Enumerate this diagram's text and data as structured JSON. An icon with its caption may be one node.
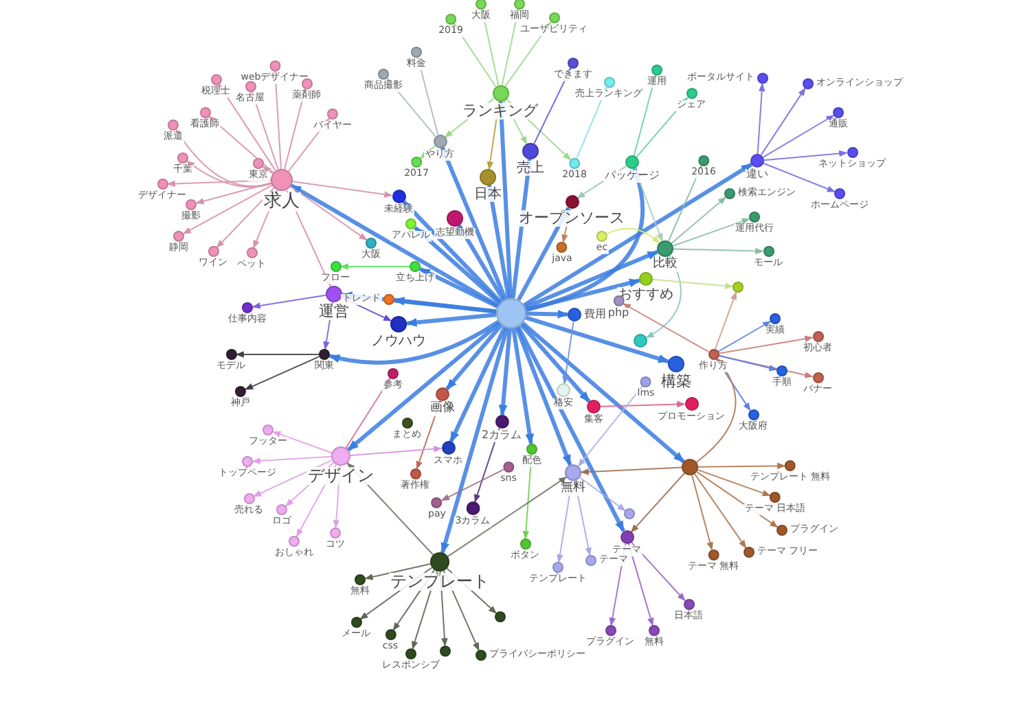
{
  "diagram": {
    "nodes": [
      {
        "text": [],
        "shape": "circle"
      },
      {
        "text": [
          "求人"
        ]
      },
      {
        "text": [
          "webデザイナー"
        ]
      },
      {
        "text": [
          "税理士"
        ]
      },
      {
        "text": [
          "名古屋"
        ]
      },
      {
        "text": [
          "薬剤師"
        ]
      },
      {
        "text": [
          "看護師"
        ]
      },
      {
        "text": [
          "バイヤー"
        ]
      },
      {
        "text": [
          "派遣"
        ]
      },
      {
        "text": [
          "千葉"
        ]
      },
      {
        "text": [
          "東京"
        ]
      },
      {
        "text": [
          "デザイナー"
        ]
      },
      {
        "text": [
          "撮影"
        ]
      },
      {
        "text": [
          "静岡"
        ]
      },
      {
        "text": [
          "ワイン"
        ]
      },
      {
        "text": [
          "ペット"
        ]
      },
      {
        "text": [
          "ランキング"
        ]
      },
      {
        "text": [
          "大阪"
        ]
      },
      {
        "text": [
          "福岡"
        ]
      },
      {
        "text": [
          "2019"
        ]
      },
      {
        "text": [
          "ユーザビリティ"
        ]
      },
      {
        "text": [
          "日本"
        ]
      },
      {
        "text": [
          "売上"
        ]
      },
      {
        "text": [
          "2018"
        ]
      },
      {
        "text": [
          "2017"
        ]
      },
      {
        "text": [
          "やり方"
        ]
      },
      {
        "text": [
          "料金"
        ]
      },
      {
        "text": [
          "商品撮影"
        ]
      },
      {
        "text": [
          "できます"
        ]
      },
      {
        "text": [
          "売上ランキング"
        ]
      },
      {
        "text": [
          "運用"
        ]
      },
      {
        "text": [
          "シェア"
        ]
      },
      {
        "text": [
          "パッケージ"
        ]
      },
      {
        "text": [
          "2016"
        ]
      },
      {
        "text": [
          "検索エンジン"
        ]
      },
      {
        "text": [
          "運用代行"
        ]
      },
      {
        "text": [
          "モール"
        ]
      },
      {
        "text": [
          "比較"
        ]
      },
      {
        "text": [
          "違い"
        ]
      },
      {
        "text": [
          "ポータルサイト"
        ]
      },
      {
        "text": [
          "オンラインショップ"
        ]
      },
      {
        "text": [
          "通販"
        ]
      },
      {
        "text": [
          "ネットショップ"
        ]
      },
      {
        "text": [
          "ホームページ"
        ]
      },
      {
        "text": [
          "オープンソース"
        ]
      },
      {
        "text": [
          "java"
        ]
      },
      {
        "text": [
          "ec"
        ]
      },
      {
        "text": [
          "おすすめ"
        ]
      },
      {
        "text": [],
        "shape": "circle"
      },
      {
        "text": [
          "php"
        ]
      },
      {
        "text": [
          "費用"
        ]
      },
      {
        "text": [
          "構築"
        ]
      },
      {
        "text": [
          "作り方"
        ]
      },
      {
        "text": [
          "実績"
        ]
      },
      {
        "text": [
          "初心者"
        ]
      },
      {
        "text": [
          "バナー"
        ]
      },
      {
        "text": [
          "手順"
        ]
      },
      {
        "text": [
          "大阪府"
        ]
      },
      {
        "text": [],
        "shape": "circle"
      },
      {
        "text": [
          "lms"
        ]
      },
      {
        "text": [
          "集客"
        ]
      },
      {
        "text": [
          "プロモーション"
        ]
      },
      {
        "text": [
          "格安"
        ]
      },
      {
        "text": [],
        "shape": "circle"
      },
      {
        "text": [
          "テンプレート 無料"
        ]
      },
      {
        "text": [
          "テーマ 日本語"
        ]
      },
      {
        "text": [
          "プラグイン"
        ]
      },
      {
        "text": [
          "テーマ 無料"
        ]
      },
      {
        "text": [
          "テーマ フリー"
        ]
      },
      {
        "text": [
          "無料"
        ]
      },
      {
        "text": [],
        "shape": "circle"
      },
      {
        "text": [
          "テーマ"
        ]
      },
      {
        "text": [
          "テンプレート"
        ]
      },
      {
        "text": [
          "テーマ"
        ]
      },
      {
        "text": [
          "プラグイン"
        ]
      },
      {
        "text": [
          "無料"
        ]
      },
      {
        "text": [
          "日本語"
        ]
      },
      {
        "text": [
          "配色"
        ]
      },
      {
        "text": [
          "ボタン"
        ]
      },
      {
        "text": [
          "2カラム"
        ]
      },
      {
        "text": [
          "3カラム"
        ]
      },
      {
        "text": [
          "スマホ"
        ]
      },
      {
        "text": [
          "sns"
        ]
      },
      {
        "text": [
          "画像"
        ]
      },
      {
        "text": [
          "著作権"
        ]
      },
      {
        "text": [
          "pay"
        ]
      },
      {
        "text": [
          "まとめ"
        ]
      },
      {
        "text": [
          "参考"
        ]
      },
      {
        "text": [
          "デザイン"
        ]
      },
      {
        "text": [
          "フッター"
        ]
      },
      {
        "text": [
          "トップページ"
        ]
      },
      {
        "text": [
          "売れる"
        ]
      },
      {
        "text": [
          "ロゴ"
        ]
      },
      {
        "text": [
          "おしゃれ"
        ]
      },
      {
        "text": [
          "コツ"
        ]
      },
      {
        "text": [
          "運営"
        ]
      },
      {
        "text": [
          "仕事内容"
        ]
      },
      {
        "text": [
          "ノウハウ"
        ]
      },
      {
        "text": [
          "関東"
        ]
      },
      {
        "text": [
          "モデル"
        ]
      },
      {
        "text": [
          "神戸"
        ]
      },
      {
        "text": [
          "トレンド"
        ]
      },
      {
        "text": [
          "フロー"
        ]
      },
      {
        "text": [
          "立ち上げ"
        ]
      },
      {
        "text": [
          "大阪"
        ]
      },
      {
        "text": [
          "アパレル"
        ]
      },
      {
        "text": [
          "未経験"
        ]
      },
      {
        "text": [
          "志望動機"
        ]
      },
      {
        "text": [
          "テンプレート"
        ]
      },
      {
        "text": [
          "無料"
        ]
      },
      {
        "text": [
          "メール"
        ]
      },
      {
        "text": [
          "css"
        ]
      },
      {
        "text": [
          "レスポンシブ"
        ]
      },
      {
        "text": [],
        "shape": "circle"
      },
      {
        "text": [
          "プライバシーポリシー"
        ]
      },
      {
        "text": [],
        "shape": "circle"
      }
    ],
    "edges": [
      {
        "from": 0,
        "to": 1,
        "arrow": "to",
        "style": "thick"
      },
      {
        "from": 0,
        "to": 106,
        "arrow": "to",
        "style": "thick"
      },
      {
        "from": 0,
        "to": 105,
        "arrow": "to",
        "style": "thick"
      },
      {
        "from": 0,
        "to": 103,
        "arrow": "to",
        "style": "thick"
      },
      {
        "from": 0,
        "to": 25,
        "arrow": "to",
        "style": "thick"
      },
      {
        "from": 0,
        "to": 107,
        "arrow": "to",
        "style": "thick"
      },
      {
        "from": 0,
        "to": 21,
        "arrow": "to",
        "style": "thick"
      },
      {
        "from": 0,
        "to": 16,
        "arrow": "to",
        "style": "thick"
      },
      {
        "from": 0,
        "to": 22,
        "arrow": "to",
        "style": "thick"
      },
      {
        "from": 0,
        "to": 44,
        "arrow": "to",
        "style": "thick"
      },
      {
        "from": 0,
        "to": 32,
        "arrow": "to",
        "style": "thick"
      },
      {
        "from": 0,
        "to": 38,
        "arrow": "to",
        "style": "thick"
      },
      {
        "from": 0,
        "to": 37,
        "arrow": "to",
        "style": "thick"
      },
      {
        "from": 0,
        "to": 47,
        "arrow": "to",
        "style": "thick"
      },
      {
        "from": 0,
        "to": 50,
        "arrow": "to",
        "style": "thick"
      },
      {
        "from": 0,
        "to": 51,
        "arrow": "to",
        "style": "thick"
      },
      {
        "from": 0,
        "to": 63,
        "arrow": "to",
        "style": "thick"
      },
      {
        "from": 0,
        "to": 60,
        "arrow": "to",
        "style": "thick"
      },
      {
        "from": 0,
        "to": 69,
        "arrow": "to",
        "style": "thick"
      },
      {
        "from": 0,
        "to": 71,
        "arrow": "to",
        "style": "thick"
      },
      {
        "from": 0,
        "to": 108,
        "arrow": "to",
        "style": "thick"
      },
      {
        "from": 0,
        "to": 79,
        "arrow": "to",
        "style": "thick"
      },
      {
        "from": 0,
        "to": 81,
        "arrow": "to",
        "style": "thick"
      },
      {
        "from": 0,
        "to": 83,
        "arrow": "to",
        "style": "thick"
      },
      {
        "from": 0,
        "to": 88,
        "arrow": "to",
        "style": "thick"
      },
      {
        "from": 0,
        "to": 98,
        "arrow": "to",
        "style": "thick"
      },
      {
        "from": 0,
        "to": 97,
        "arrow": "to",
        "style": "thick"
      },
      {
        "from": 0,
        "to": 95,
        "arrow": "to",
        "style": "thick"
      },
      {
        "from": 0,
        "to": 101,
        "arrow": "to",
        "style": "thick"
      },
      {
        "from": 0,
        "to": 77,
        "arrow": "to",
        "style": "thick"
      },
      {
        "from": 1,
        "to": 2,
        "arrow": "to",
        "color": "#d891ad"
      },
      {
        "from": 1,
        "to": 3,
        "arrow": "to",
        "color": "#d891ad"
      },
      {
        "from": 1,
        "to": 4,
        "arrow": "to",
        "color": "#d891ad"
      },
      {
        "from": 1,
        "to": 5,
        "arrow": "to",
        "color": "#d891ad"
      },
      {
        "from": 1,
        "to": 6,
        "arrow": "to",
        "color": "#d891ad"
      },
      {
        "from": 1,
        "to": 7,
        "arrow": "to",
        "color": "#d891ad"
      },
      {
        "from": 1,
        "to": 8,
        "arrow": "to",
        "color": "#d891ad"
      },
      {
        "from": 1,
        "to": 9,
        "arrow": "to",
        "color": "#d891ad"
      },
      {
        "from": 1,
        "to": 10,
        "arrow": "to",
        "color": "#d891ad"
      },
      {
        "from": 1,
        "to": 11,
        "arrow": "to",
        "color": "#d891ad"
      },
      {
        "from": 1,
        "to": 12,
        "arrow": "to",
        "color": "#d891ad"
      },
      {
        "from": 1,
        "to": 13,
        "arrow": "to",
        "color": "#d891ad"
      },
      {
        "from": 1,
        "to": 14,
        "arrow": "to",
        "color": "#d891ad"
      },
      {
        "from": 1,
        "to": 15,
        "arrow": "to",
        "color": "#d891ad"
      },
      {
        "from": 1,
        "to": 106,
        "arrow": "to",
        "color": "#d891ad"
      },
      {
        "from": 1,
        "to": 104,
        "arrow": "to",
        "color": "#d891ad"
      },
      {
        "from": 1,
        "to": 95,
        "arrow": "to",
        "color": "#d891ad"
      },
      {
        "from": 16,
        "to": 17,
        "arrow": "to",
        "color": "#9fd98c"
      },
      {
        "from": 16,
        "to": 18,
        "arrow": "to",
        "color": "#9fd98c"
      },
      {
        "from": 16,
        "to": 19,
        "arrow": "to",
        "color": "#9fd98c"
      },
      {
        "from": 16,
        "to": 20,
        "arrow": "to",
        "color": "#9fd98c"
      },
      {
        "from": 16,
        "to": 22,
        "arrow": "to",
        "color": "#9fd98c"
      },
      {
        "from": 16,
        "to": 23,
        "arrow": "to",
        "color": "#9fd98c"
      },
      {
        "from": 16,
        "to": 25,
        "arrow": "to",
        "color": "#9fd98c"
      },
      {
        "from": 16,
        "to": 21,
        "arrow": "to",
        "color": "#b8a040"
      },
      {
        "from": 25,
        "to": 26,
        "arrow": "to",
        "color": "#b0b8c0"
      },
      {
        "from": 25,
        "to": 27,
        "arrow": "to",
        "color": "#b0b8c0"
      },
      {
        "from": 25,
        "to": 24,
        "arrow": "to",
        "color": "#8edc7a"
      },
      {
        "from": 22,
        "to": 28,
        "arrow": "to",
        "color": "#6a60d0"
      },
      {
        "from": 23,
        "to": 29,
        "arrow": "to",
        "color": "#8ee0e4"
      },
      {
        "from": 32,
        "to": 30,
        "arrow": "to",
        "color": "#6cd0a8"
      },
      {
        "from": 32,
        "to": 31,
        "arrow": "to",
        "color": "#6cd0a8"
      },
      {
        "from": 32,
        "to": 44,
        "arrow": "to",
        "color": "#9ccab4"
      },
      {
        "from": 32,
        "to": 37,
        "arrow": "to",
        "color": "#a8d0bc"
      },
      {
        "from": 44,
        "to": 45,
        "arrow": "to",
        "color": "#c08060"
      },
      {
        "from": 37,
        "to": 33,
        "arrow": "to",
        "color": "#8cbca4"
      },
      {
        "from": 37,
        "to": 34,
        "arrow": "to",
        "color": "#8cbca4"
      },
      {
        "from": 37,
        "to": 35,
        "arrow": "to",
        "color": "#8cbca4"
      },
      {
        "from": 37,
        "to": 36,
        "arrow": "to",
        "color": "#8cbca4"
      },
      {
        "from": 37,
        "to": 58,
        "arrow": "to",
        "color": "#88c8c0"
      },
      {
        "from": 38,
        "to": 39,
        "arrow": "to",
        "color": "#7a70e0"
      },
      {
        "from": 38,
        "to": 40,
        "arrow": "to",
        "color": "#7a70e0"
      },
      {
        "from": 38,
        "to": 41,
        "arrow": "to",
        "color": "#7a70e0"
      },
      {
        "from": 38,
        "to": 42,
        "arrow": "to",
        "color": "#7a70e0"
      },
      {
        "from": 38,
        "to": 43,
        "arrow": "to",
        "color": "#7a70e0"
      },
      {
        "from": 46,
        "to": 37,
        "arrow": "to",
        "color": "#d8e870"
      },
      {
        "from": 47,
        "to": 48,
        "arrow": "to",
        "color": "#c8e090"
      },
      {
        "from": 52,
        "to": 48,
        "arrow": "to",
        "color": "#d0a090"
      },
      {
        "from": 52,
        "to": 49,
        "arrow": "to",
        "color": "#c88070"
      },
      {
        "from": 52,
        "to": 53,
        "arrow": "to",
        "color": "#6080e0"
      },
      {
        "from": 52,
        "to": 54,
        "arrow": "to",
        "color": "#c88078"
      },
      {
        "from": 52,
        "to": 55,
        "arrow": "to",
        "color": "#c88078"
      },
      {
        "from": 52,
        "to": 56,
        "arrow": "to",
        "color": "#6080e0"
      },
      {
        "from": 52,
        "to": 57,
        "arrow": "to",
        "color": "#6080e0"
      },
      {
        "from": 50,
        "to": 62,
        "arrow": "to",
        "color": "#7090e0"
      },
      {
        "from": 60,
        "to": 61,
        "arrow": "to",
        "color": "#e06090"
      },
      {
        "from": 59,
        "to": 69,
        "arrow": "to",
        "color": "#b0b0e0"
      },
      {
        "from": 63,
        "to": 52,
        "arrow": "to",
        "color": "#b07850"
      },
      {
        "from": 63,
        "to": 64,
        "arrow": "to",
        "color": "#b07850"
      },
      {
        "from": 63,
        "to": 65,
        "arrow": "to",
        "color": "#b07850"
      },
      {
        "from": 63,
        "to": 66,
        "arrow": "to",
        "color": "#b07850"
      },
      {
        "from": 63,
        "to": 67,
        "arrow": "to",
        "color": "#b07850"
      },
      {
        "from": 63,
        "to": 68,
        "arrow": "to",
        "color": "#b07850"
      },
      {
        "from": 63,
        "to": 69,
        "arrow": "to",
        "color": "#a07050"
      },
      {
        "from": 63,
        "to": 71,
        "arrow": "to",
        "color": "#a07050"
      },
      {
        "from": 69,
        "to": 70,
        "arrow": "to",
        "color": "#a8a8e8"
      },
      {
        "from": 69,
        "to": 72,
        "arrow": "to",
        "color": "#a8a8e8"
      },
      {
        "from": 69,
        "to": 73,
        "arrow": "to",
        "color": "#a8a8e8"
      },
      {
        "from": 71,
        "to": 74,
        "arrow": "to",
        "color": "#9a6ac8"
      },
      {
        "from": 71,
        "to": 75,
        "arrow": "to",
        "color": "#9a6ac8"
      },
      {
        "from": 71,
        "to": 76,
        "arrow": "to",
        "color": "#9a6ac8"
      },
      {
        "from": 77,
        "to": 78,
        "arrow": "to",
        "color": "#70d050"
      },
      {
        "from": 79,
        "to": 80,
        "arrow": "to",
        "color": "#5a3a80"
      },
      {
        "from": 82,
        "to": 85,
        "arrow": "to",
        "color": "#a07090"
      },
      {
        "from": 83,
        "to": 84,
        "arrow": "to",
        "color": "#c06858"
      },
      {
        "from": 88,
        "to": 89,
        "arrow": "to",
        "color": "#e0a0e8"
      },
      {
        "from": 88,
        "to": 90,
        "arrow": "to",
        "color": "#e0a0e8"
      },
      {
        "from": 88,
        "to": 91,
        "arrow": "to",
        "color": "#e0a0e8"
      },
      {
        "from": 88,
        "to": 92,
        "arrow": "to",
        "color": "#e0a0e8"
      },
      {
        "from": 88,
        "to": 93,
        "arrow": "to",
        "color": "#e0a0e8"
      },
      {
        "from": 88,
        "to": 94,
        "arrow": "to",
        "color": "#e0a0e8"
      },
      {
        "from": 88,
        "to": 81,
        "arrow": "to",
        "color": "#d890e0"
      },
      {
        "from": 88,
        "to": 87,
        "arrow": "to",
        "color": "#d070a0"
      },
      {
        "from": 95,
        "to": 96,
        "arrow": "to",
        "color": "#8060e0"
      },
      {
        "from": 95,
        "to": 97,
        "arrow": "to",
        "color": "#6050d0"
      },
      {
        "from": 95,
        "to": 98,
        "arrow": "to",
        "color": "#8060e0"
      },
      {
        "from": 98,
        "to": 99,
        "arrow": "to",
        "color": "#404040"
      },
      {
        "from": 98,
        "to": 100,
        "arrow": "to",
        "color": "#404040"
      },
      {
        "from": 103,
        "to": 102,
        "arrow": "to",
        "color": "#60e060"
      },
      {
        "from": 108,
        "to": 109,
        "arrow": "to",
        "color": "#606858"
      },
      {
        "from": 108,
        "to": 110,
        "arrow": "to",
        "color": "#606858"
      },
      {
        "from": 108,
        "to": 111,
        "arrow": "to",
        "color": "#606858"
      },
      {
        "from": 108,
        "to": 112,
        "arrow": "to",
        "color": "#606858"
      },
      {
        "from": 108,
        "to": 113,
        "arrow": "to",
        "color": "#606858"
      },
      {
        "from": 108,
        "to": 114,
        "arrow": "to",
        "color": "#606858"
      },
      {
        "from": 108,
        "to": 115,
        "arrow": "to",
        "color": "#606858"
      },
      {
        "from": 108,
        "to": 88,
        "arrow": "to",
        "color": "#707868"
      },
      {
        "from": 108,
        "to": 69,
        "arrow": "to",
        "color": "#707868"
      }
    ]
  }
}
